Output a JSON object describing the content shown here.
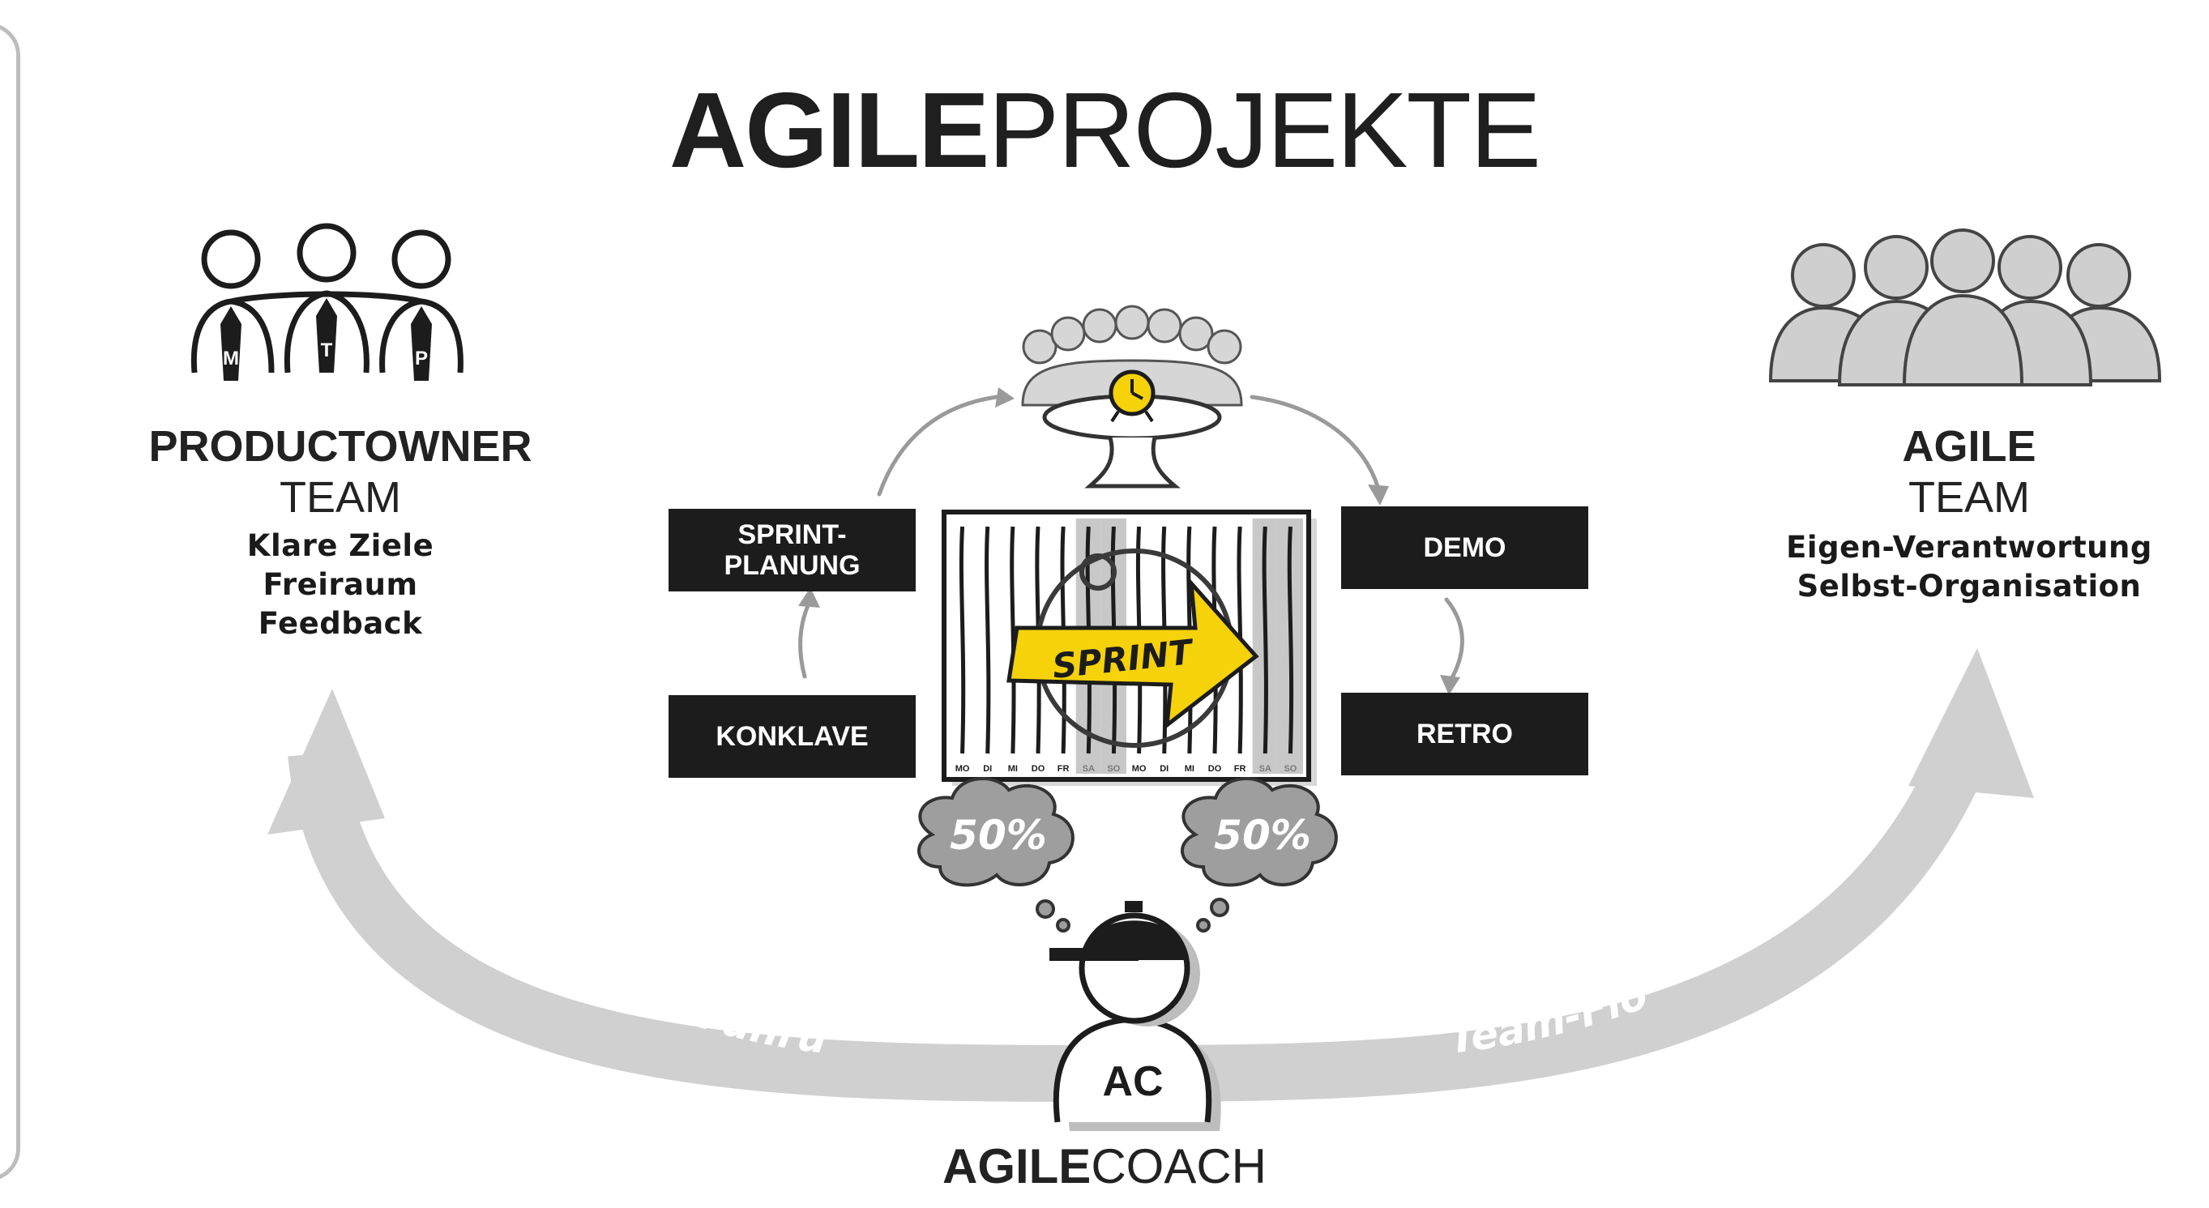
{
  "title": {
    "bold": "AGILE",
    "light": "PROJEKTE"
  },
  "productowner": {
    "heading": "PRODUCTOWNER",
    "sub": "TEAM",
    "points": [
      "Klare Ziele",
      "Freiraum",
      "Feedback"
    ],
    "tie_letters": [
      "M",
      "T",
      "P"
    ]
  },
  "agile_team": {
    "heading": "AGILE",
    "sub": "TEAM",
    "points": [
      "Eigen-Verantwortung",
      "Selbst-Organisation"
    ]
  },
  "boxes": {
    "sprint_planung": [
      "SPRINT-",
      "PLANUNG"
    ],
    "konklave": "KONKLAVE",
    "demo": "DEMO",
    "retro": "RETRO"
  },
  "sprint_label": "SPRINT",
  "days": [
    "MO",
    "DI",
    "MI",
    "DO",
    "FR",
    "SA",
    "SO",
    "MO",
    "DI",
    "MI",
    "DO",
    "FR",
    "SA",
    "SO"
  ],
  "thought_left": "50%",
  "thought_right": "50%",
  "coach_shirt": "AC",
  "coach": {
    "bold": "AGILE",
    "light": "COACH"
  },
  "arc_left_label": "Gute Führung",
  "arc_right_label": "Team-Flow",
  "colors": {
    "ink": "#1c1c1c",
    "grey": "#cfcfcf",
    "accent": "#f5d20a"
  }
}
